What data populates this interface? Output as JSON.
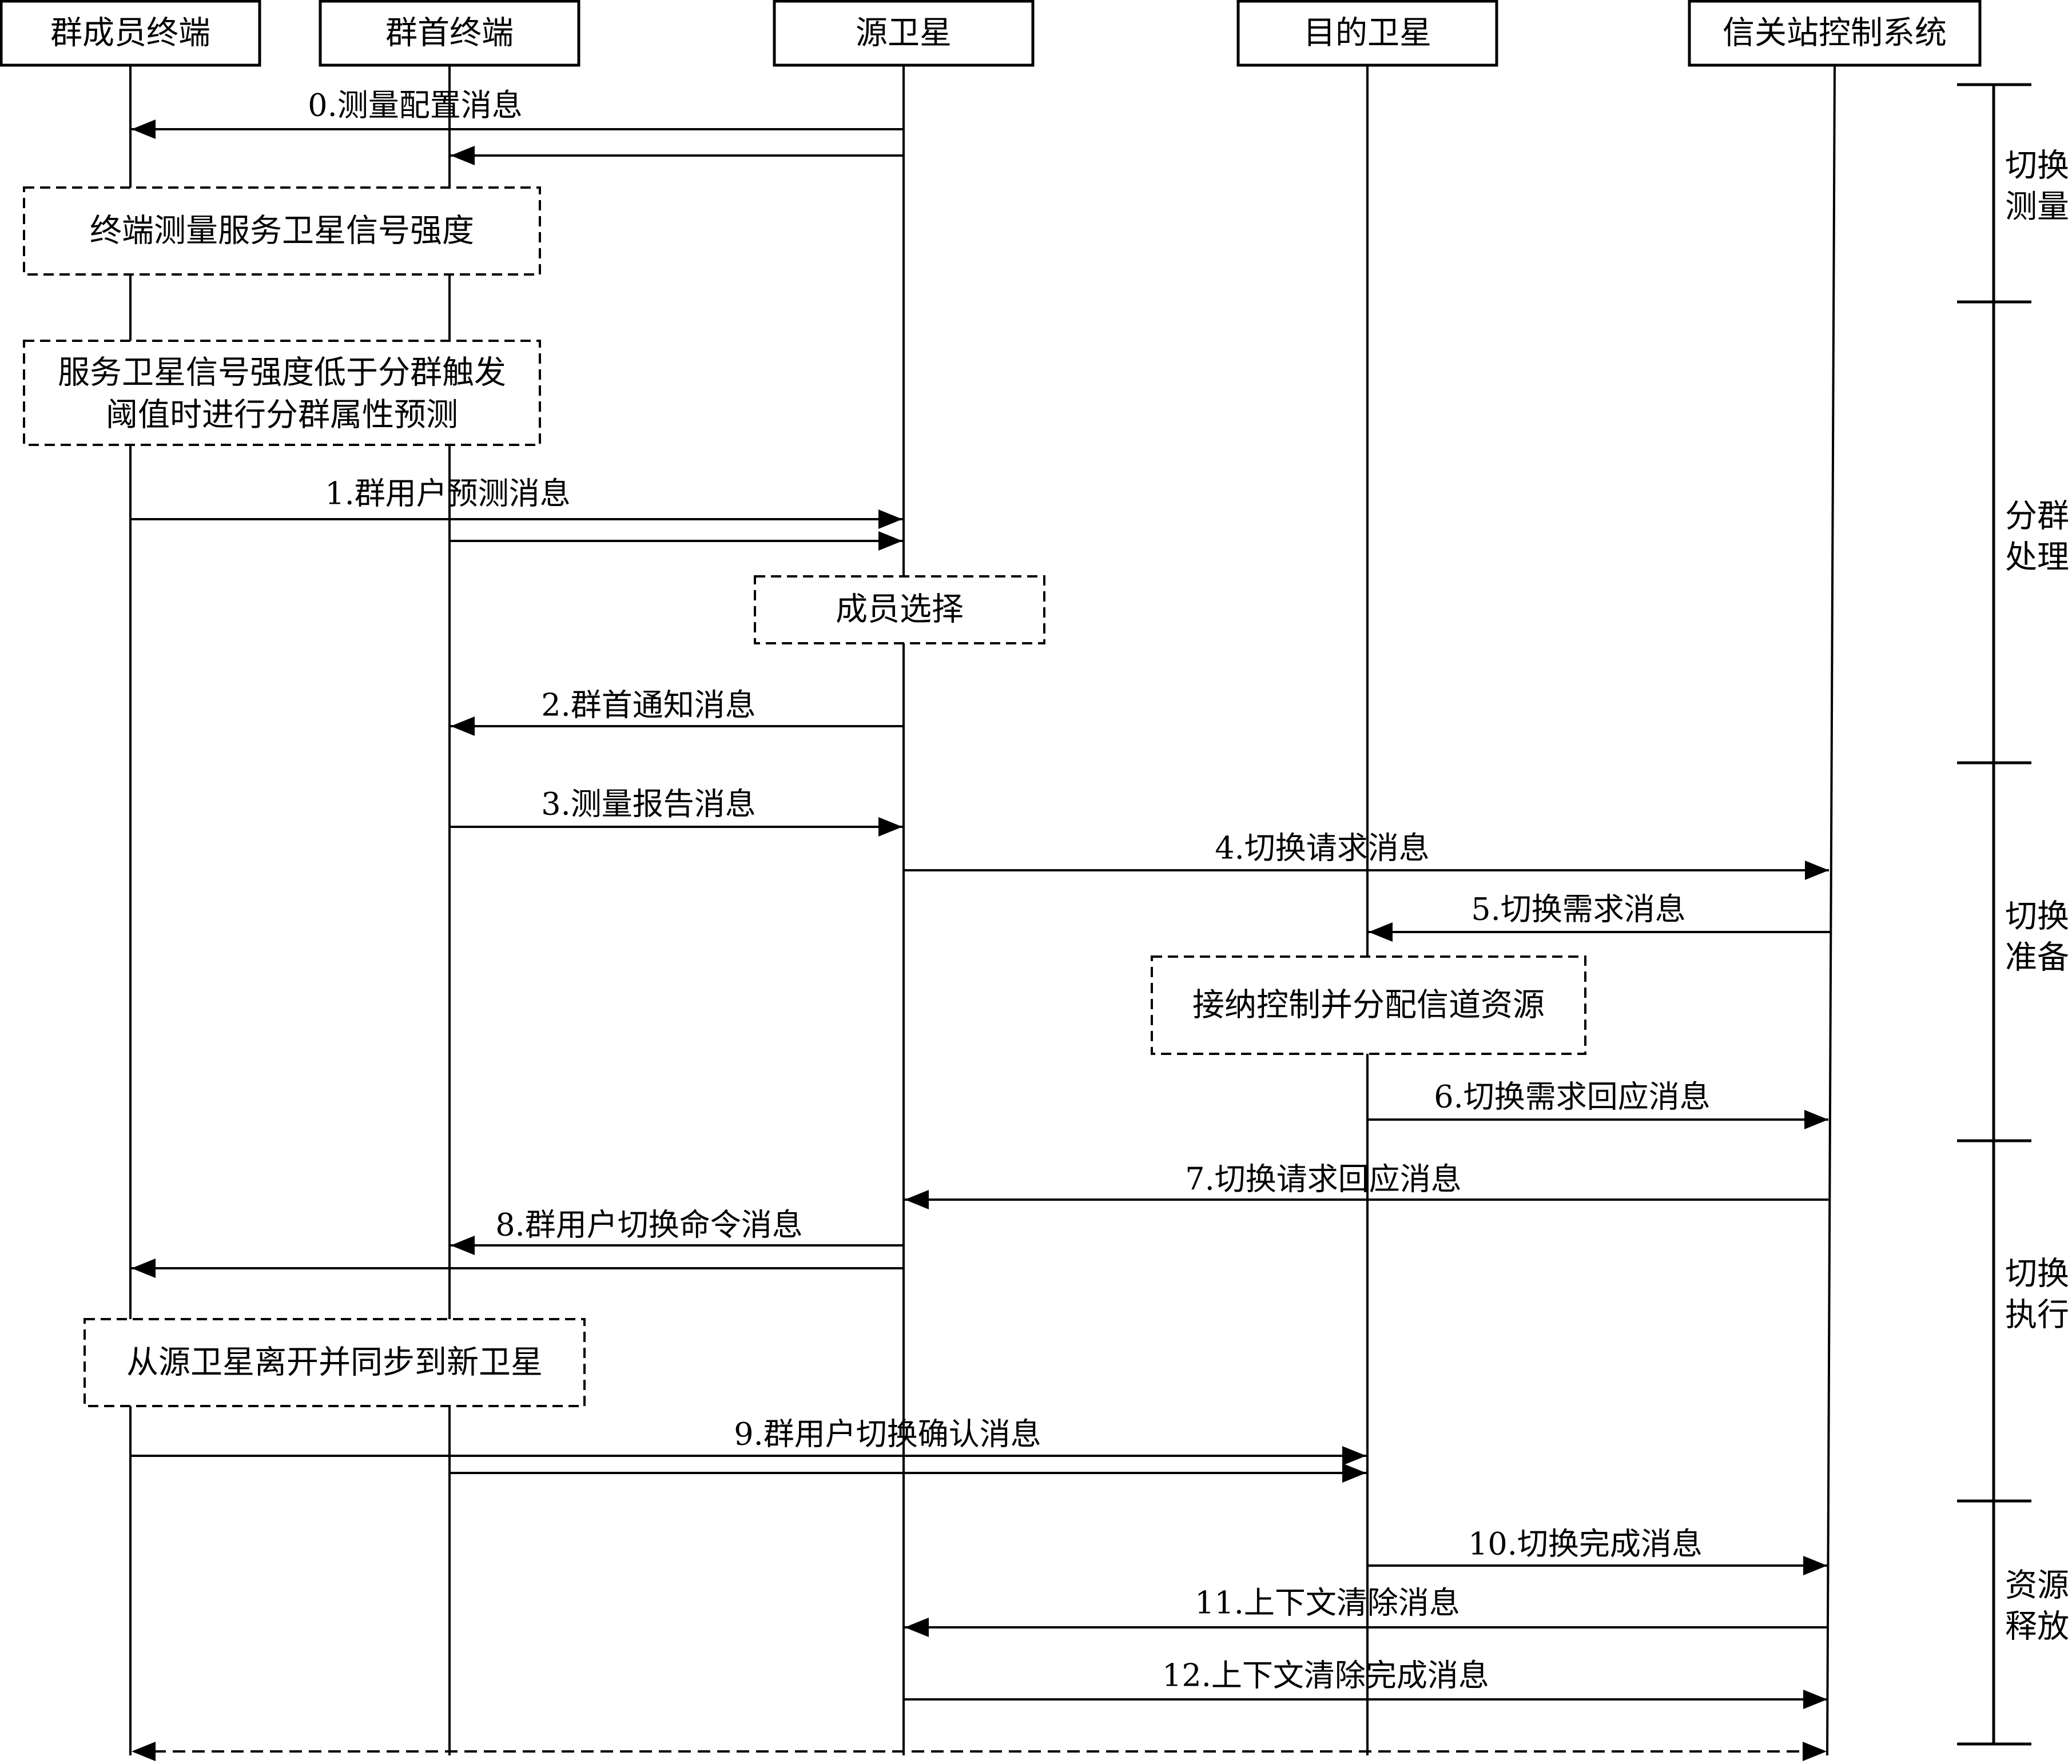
{
  "participants": [
    {
      "id": "member",
      "label": "群成员终端"
    },
    {
      "id": "head",
      "label": "群首终端"
    },
    {
      "id": "src",
      "label": "源卫星"
    },
    {
      "id": "dst",
      "label": "目的卫星"
    },
    {
      "id": "gw",
      "label": "信关站控制系统"
    }
  ],
  "messages": [
    {
      "label": "0.测量配置消息"
    },
    {
      "label": "1.群用户预测消息"
    },
    {
      "label": "2.群首通知消息"
    },
    {
      "label": "3.测量报告消息"
    },
    {
      "label": "4.切换请求消息"
    },
    {
      "label": "5.切换需求消息"
    },
    {
      "label": "6.切换需求回应消息"
    },
    {
      "label": "7.切换请求回应消息"
    },
    {
      "label": "8.群用户切换命令消息"
    },
    {
      "label": "9.群用户切换确认消息"
    },
    {
      "label": "10.切换完成消息"
    },
    {
      "label": "11.上下文清除消息"
    },
    {
      "label": "12.上下文清除完成消息"
    }
  ],
  "notes": [
    {
      "lines": [
        "终端测量服务卫星信号强度"
      ]
    },
    {
      "lines": [
        "服务卫星信号强度低于分群触发",
        "阈值时进行分群属性预测"
      ]
    },
    {
      "lines": [
        "成员选择"
      ]
    },
    {
      "lines": [
        "接纳控制并分配信道资源"
      ]
    },
    {
      "lines": [
        "从源卫星离开并同步到新卫星"
      ]
    }
  ],
  "phases": [
    {
      "lines": [
        "切换",
        "测量"
      ]
    },
    {
      "lines": [
        "分群",
        "处理"
      ]
    },
    {
      "lines": [
        "切换",
        "准备"
      ]
    },
    {
      "lines": [
        "切换",
        "执行"
      ]
    },
    {
      "lines": [
        "资源",
        "释放"
      ]
    }
  ]
}
